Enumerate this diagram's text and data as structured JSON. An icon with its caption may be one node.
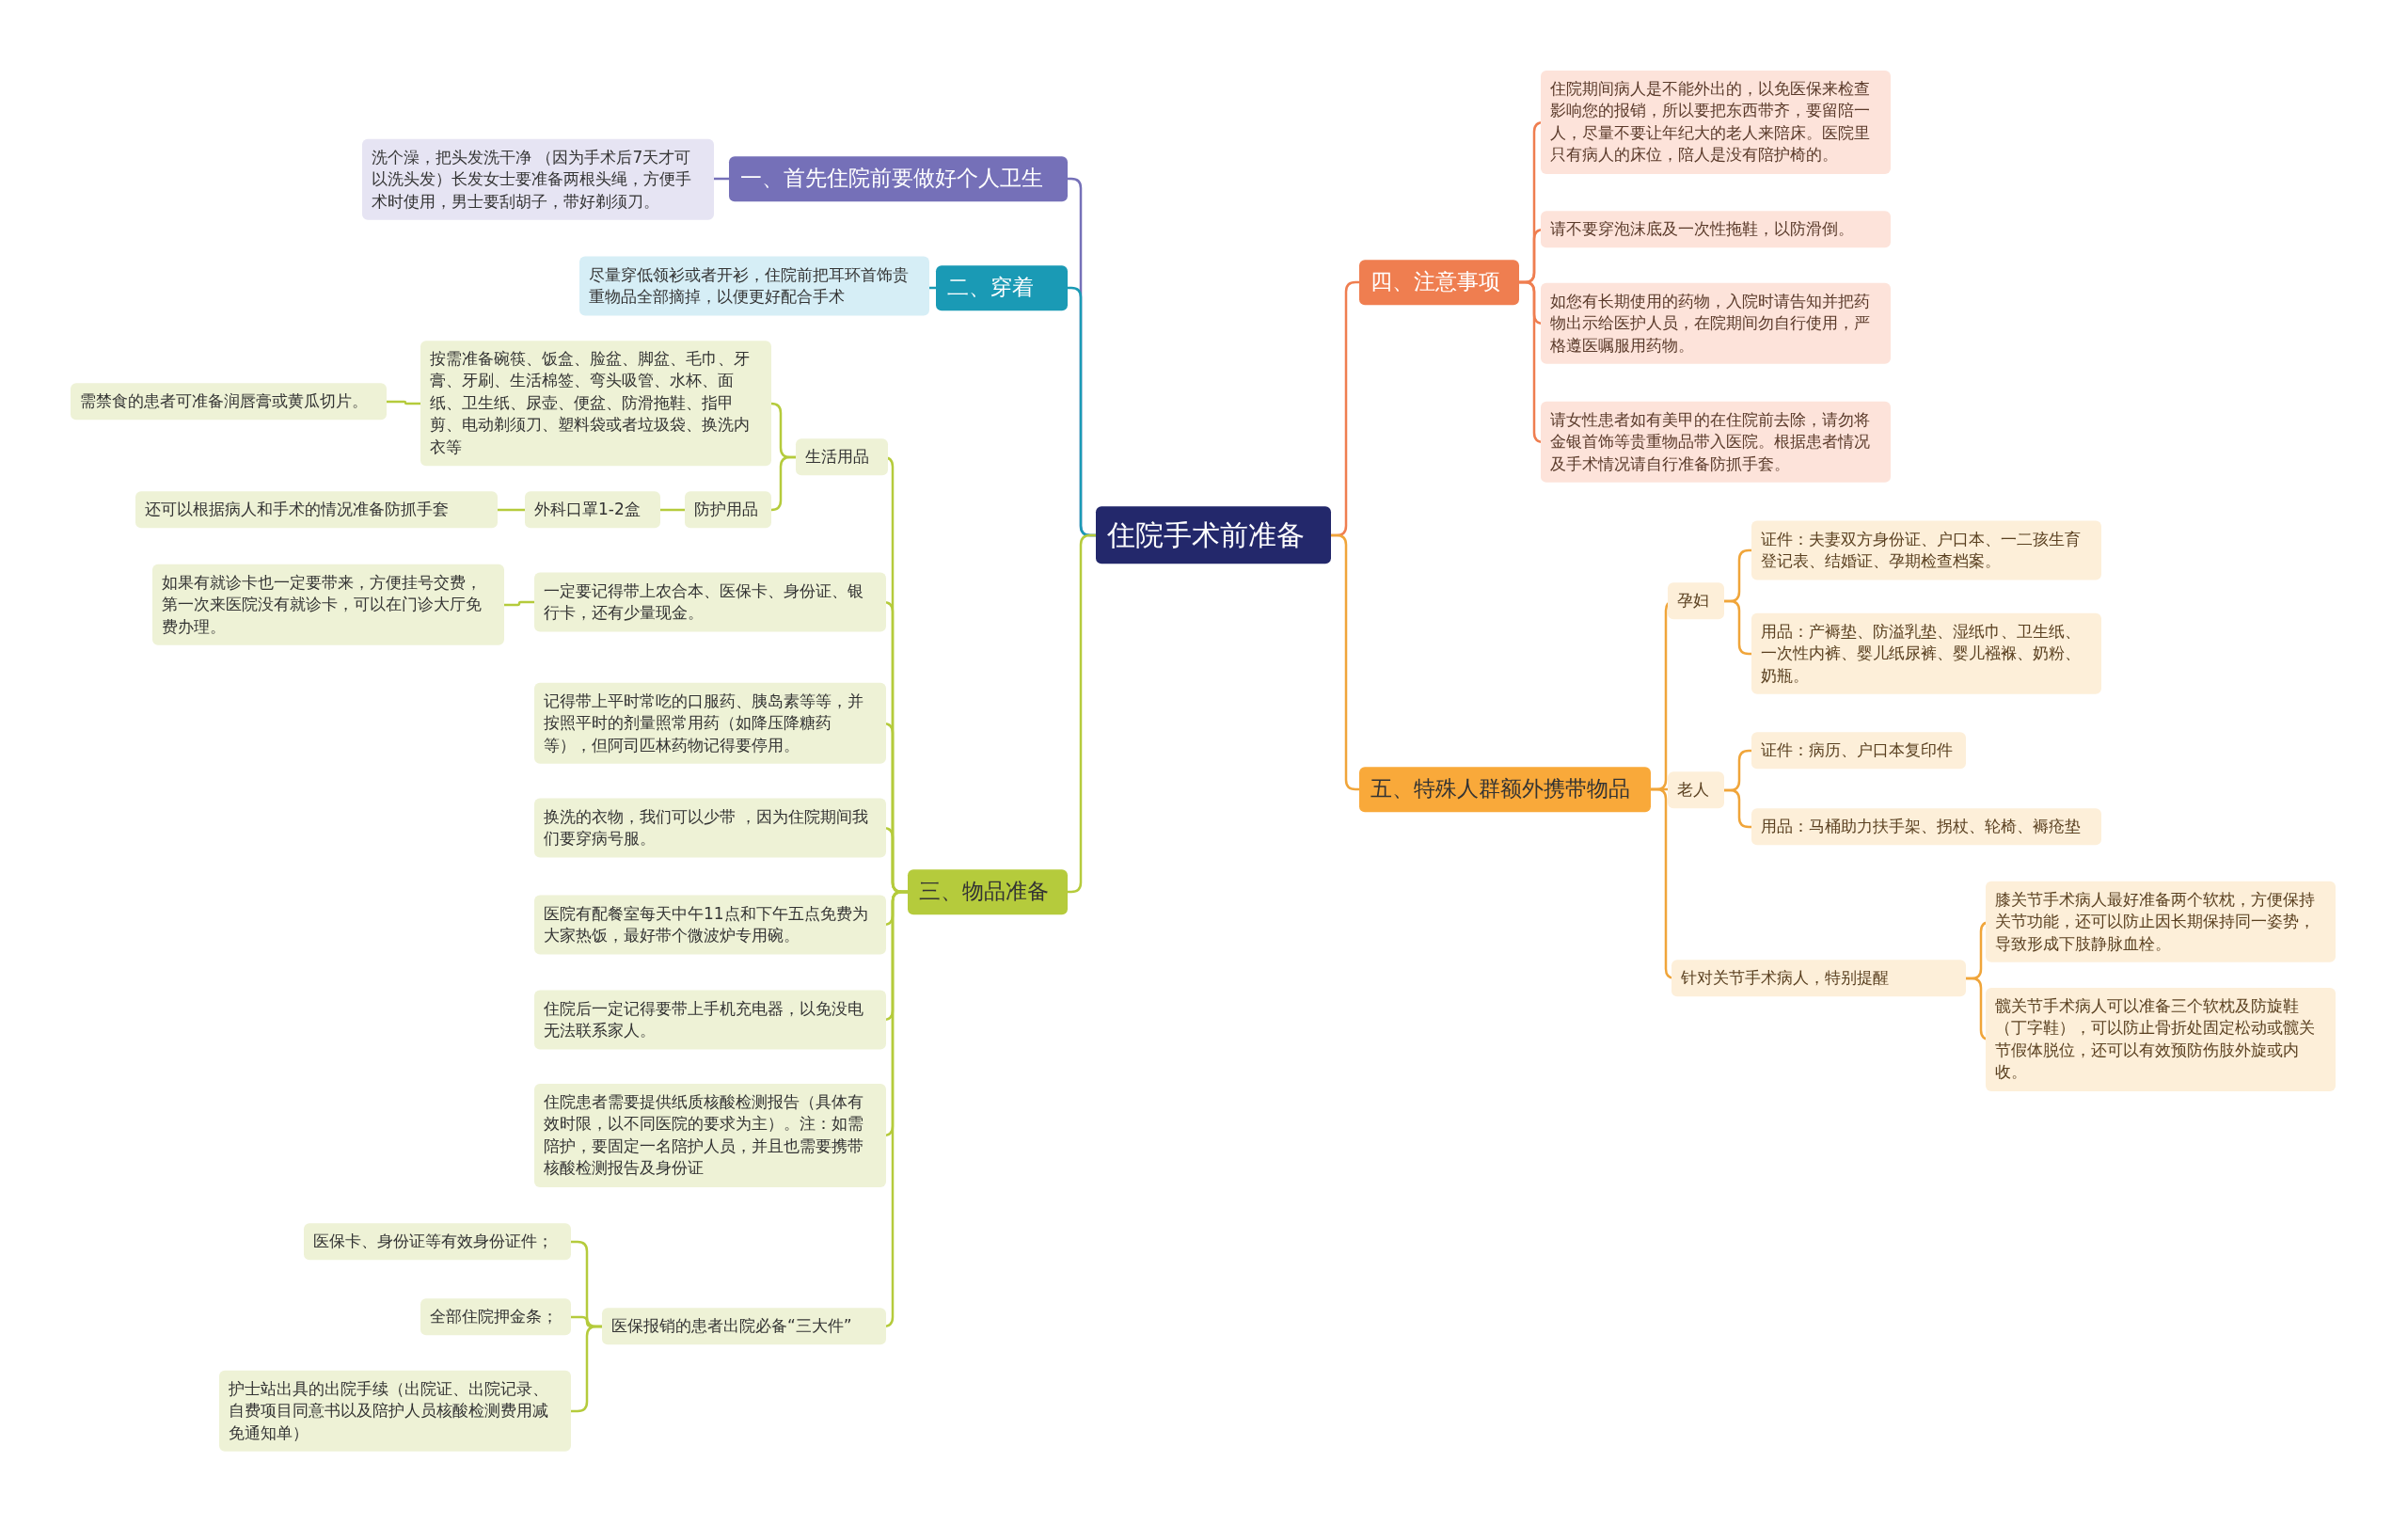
{
  "diagram": {
    "nodes": [
      {
        "text": [
          "住院手术前准备"
        ]
      },
      {
        "text": [
          "一、首先住院前要做好个人卫生"
        ]
      },
      {
        "text": [
          "洗个澡，把头发洗干净 （因为手术后7天才可以洗头发）长发女士要准备两根头绳，方便手术时使用，男士要刮胡子，带好剃须刀。"
        ]
      },
      {
        "text": [
          "二、穿着"
        ]
      },
      {
        "text": [
          "尽量穿低领衫或者开衫，住院前把耳环首饰贵重物品全部摘掉，以便更好配合手术"
        ]
      },
      {
        "text": [
          "三、物品准备"
        ]
      },
      {
        "text": [
          "生活用品"
        ]
      },
      {
        "text": [
          "按需准备碗筷、饭盒、脸盆、脚盆、毛巾、牙膏、牙刷、生活棉签、弯头吸管、水杯、面纸、卫生纸、尿壶、便盆、防滑拖鞋、指甲剪、电动剃须刀、塑料袋或者垃圾袋、换洗内衣等"
        ]
      },
      {
        "text": [
          "需禁食的患者可准备润唇膏或黄瓜切片。"
        ]
      },
      {
        "text": [
          "防护用品"
        ]
      },
      {
        "text": [
          "外科口罩1-2盒"
        ]
      },
      {
        "text": [
          "还可以根据病人和手术的情况准备防抓手套"
        ]
      },
      {
        "text": [
          "一定要记得带上农合本、医保卡、身份证、银行卡，还有少量现金。"
        ]
      },
      {
        "text": [
          "如果有就诊卡也一定要带来，方便挂号交费，第一次来医院没有就诊卡，可以在门诊大厅免费办理。"
        ]
      },
      {
        "text": [
          "记得带上平时常吃的口服药、胰岛素等等，并按照平时的剂量照常用药（如降压降糖药等），但阿司匹林药物记得要停用。"
        ]
      },
      {
        "text": [
          "换洗的衣物，我们可以少带 ，因为住院期间我们要穿病号服。"
        ]
      },
      {
        "text": [
          "医院有配餐室每天中午11点和下午五点免费为大家热饭，最好带个微波炉专用碗。"
        ]
      },
      {
        "text": [
          "住院后一定记得要带上手机充电器，以免没电无法联系家人。"
        ]
      },
      {
        "text": [
          "住院患者需要提供纸质核酸检测报告（具体有效时限，以不同医院的要求为主）。注：如需陪护，要固定一名陪护人员，并且也需要携带核酸检测报告及身份证"
        ]
      },
      {
        "text": [
          "医保报销的患者出院必备“三大件”"
        ]
      },
      {
        "text": [
          "医保卡、身份证等有效身份证件；"
        ]
      },
      {
        "text": [
          "全部住院押金条；"
        ]
      },
      {
        "text": [
          "护士站出具的出院手续（出院证、出院记录、自费项目同意书以及陪护人员核酸检测费用减免通知单）"
        ]
      },
      {
        "text": [
          "四、注意事项"
        ]
      },
      {
        "text": [
          "住院期间病人是不能外出的，以免医保来检查影响您的报销，所以要把东西带齐，要留陪一人，尽量不要让年纪大的老人来陪床。医院里只有病人的床位，陪人是没有陪护椅的。"
        ]
      },
      {
        "text": [
          "请不要穿泡沫底及一次性拖鞋，以防滑倒。"
        ]
      },
      {
        "text": [
          "如您有长期使用的药物，入院时请告知并把药物出示给医护人员，在院期间勿自行使用，严格遵医嘱服用药物。"
        ]
      },
      {
        "text": [
          "请女性患者如有美甲的在住院前去除，请勿将金银首饰等贵重物品带入医院。根据患者情况及手术情况请自行准备防抓手套。"
        ]
      },
      {
        "text": [
          "五、特殊人群额外携带物品"
        ]
      },
      {
        "text": [
          "孕妇"
        ]
      },
      {
        "text": [
          "证件：夫妻双方身份证、户口本、一二孩生育登记表、结婚证、孕期检查档案。"
        ]
      },
      {
        "text": [
          "用品：产褥垫、防溢乳垫、湿纸巾、卫生纸、一次性内裤、婴儿纸尿裤、婴儿襁褓、奶粉、奶瓶。"
        ]
      },
      {
        "text": [
          "老人"
        ]
      },
      {
        "text": [
          "证件：病历、户口本复印件"
        ]
      },
      {
        "text": [
          "用品：马桶助力扶手架、拐杖、轮椅、褥疮垫"
        ]
      },
      {
        "text": [
          "针对关节手术病人，特别提醒"
        ]
      },
      {
        "text": [
          "膝关节手术病人最好准备两个软枕，方便保持关节功能，还可以防止因长期保持同一姿势，导致形成下肢静脉血栓。"
        ]
      },
      {
        "text": [
          "髋关节手术病人可以准备三个软枕及防旋鞋（丁字鞋），可以防止骨折处固定松动或髋关节假体脱位，还可以有效预防伤肢外旋或内收。"
        ]
      }
    ],
    "edges": [
      {
        "from": 0,
        "to": 1,
        "arrow": "none",
        "color": "#7570b8"
      },
      {
        "from": 1,
        "to": 2,
        "arrow": "none",
        "color": "#7570b8"
      },
      {
        "from": 0,
        "to": 3,
        "arrow": "none",
        "color": "#1a9ab5"
      },
      {
        "from": 3,
        "to": 4,
        "arrow": "none",
        "color": "#1a9ab5"
      },
      {
        "from": 0,
        "to": 5,
        "arrow": "none",
        "color": "#b5cb3c"
      },
      {
        "from": 5,
        "to": 6,
        "arrow": "none",
        "color": "#b5cb3c"
      },
      {
        "from": 6,
        "to": 7,
        "arrow": "none",
        "color": "#b5cb3c"
      },
      {
        "from": 7,
        "to": 8,
        "arrow": "none",
        "color": "#b5cb3c"
      },
      {
        "from": 6,
        "to": 9,
        "arrow": "none",
        "color": "#b5cb3c"
      },
      {
        "from": 9,
        "to": 10,
        "arrow": "none",
        "color": "#b5cb3c"
      },
      {
        "from": 10,
        "to": 11,
        "arrow": "none",
        "color": "#b5cb3c"
      },
      {
        "from": 5,
        "to": 12,
        "arrow": "none",
        "color": "#b5cb3c"
      },
      {
        "from": 12,
        "to": 13,
        "arrow": "none",
        "color": "#b5cb3c"
      },
      {
        "from": 5,
        "to": 14,
        "arrow": "none",
        "color": "#b5cb3c"
      },
      {
        "from": 5,
        "to": 15,
        "arrow": "none",
        "color": "#b5cb3c"
      },
      {
        "from": 5,
        "to": 16,
        "arrow": "none",
        "color": "#b5cb3c"
      },
      {
        "from": 5,
        "to": 17,
        "arrow": "none",
        "color": "#b5cb3c"
      },
      {
        "from": 5,
        "to": 18,
        "arrow": "none",
        "color": "#b5cb3c"
      },
      {
        "from": 5,
        "to": 19,
        "arrow": "none",
        "color": "#b5cb3c"
      },
      {
        "from": 19,
        "to": 20,
        "arrow": "none",
        "color": "#b5cb3c"
      },
      {
        "from": 19,
        "to": 21,
        "arrow": "none",
        "color": "#b5cb3c"
      },
      {
        "from": 19,
        "to": 22,
        "arrow": "none",
        "color": "#b5cb3c"
      },
      {
        "from": 0,
        "to": 23,
        "arrow": "none",
        "color": "#ef7e50"
      },
      {
        "from": 23,
        "to": 24,
        "arrow": "none",
        "color": "#ef7e50"
      },
      {
        "from": 23,
        "to": 25,
        "arrow": "none",
        "color": "#ef7e50"
      },
      {
        "from": 23,
        "to": 26,
        "arrow": "none",
        "color": "#ef7e50"
      },
      {
        "from": 23,
        "to": 27,
        "arrow": "none",
        "color": "#ef7e50"
      },
      {
        "from": 0,
        "to": 28,
        "arrow": "none",
        "color": "#f0a53a"
      },
      {
        "from": 28,
        "to": 29,
        "arrow": "none",
        "color": "#f0a53a"
      },
      {
        "from": 29,
        "to": 30,
        "arrow": "none",
        "color": "#f0a53a"
      },
      {
        "from": 29,
        "to": 31,
        "arrow": "none",
        "color": "#f0a53a"
      },
      {
        "from": 28,
        "to": 32,
        "arrow": "none",
        "color": "#f0a53a"
      },
      {
        "from": 32,
        "to": 33,
        "arrow": "none",
        "color": "#f0a53a"
      },
      {
        "from": 32,
        "to": 34,
        "arrow": "none",
        "color": "#f0a53a"
      },
      {
        "from": 28,
        "to": 35,
        "arrow": "none",
        "color": "#f0a53a"
      },
      {
        "from": 35,
        "to": 36,
        "arrow": "none",
        "color": "#f0a53a"
      },
      {
        "from": 35,
        "to": 37,
        "arrow": "none",
        "color": "#f0a53a"
      }
    ]
  }
}
